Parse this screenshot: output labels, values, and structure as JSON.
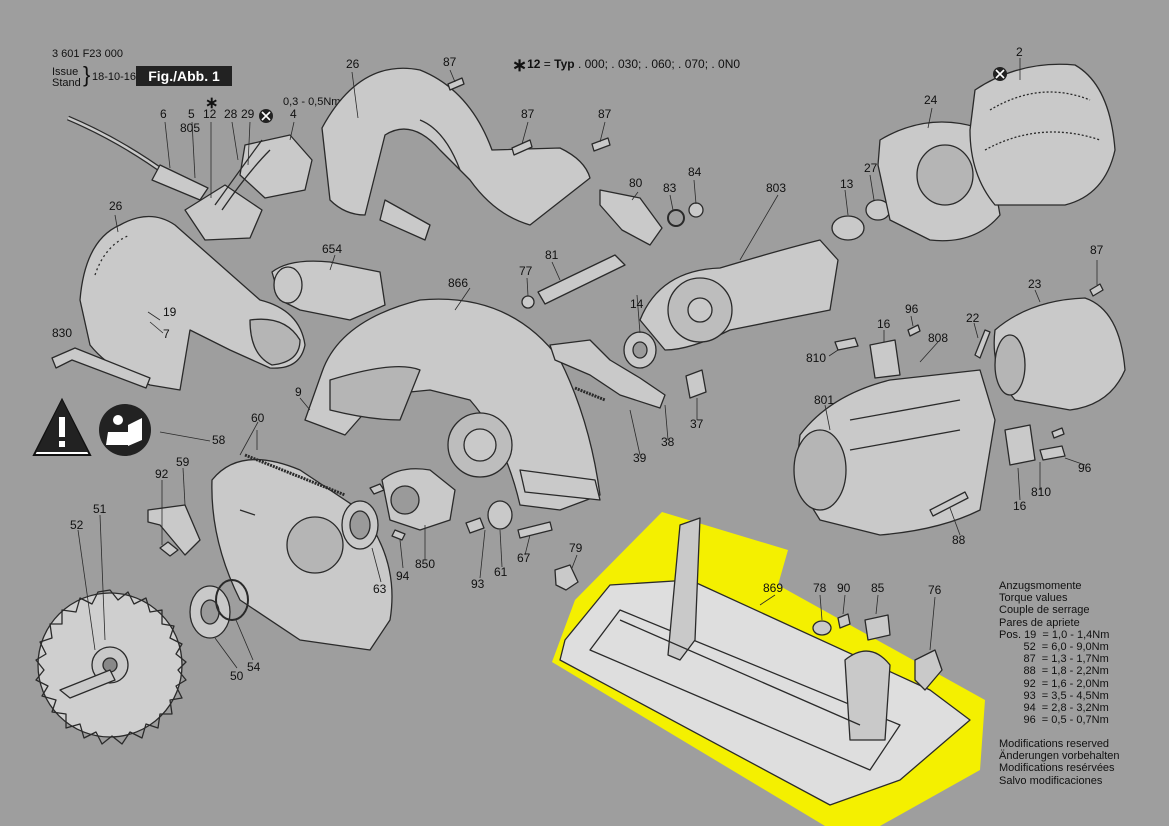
{
  "header": {
    "part_number": "3 601 F23 000",
    "issue_label": "Issue",
    "stand_label": "Stand",
    "date": "18-10-16",
    "fig_label": "Fig./Abb. 1"
  },
  "type_note": {
    "ref": "12",
    "equals": "=",
    "typ_label": "Typ",
    "variants": ". 000; . 030; . 060; . 070; . 0N0"
  },
  "torque_note": "0,3 - 0,5Nm",
  "torque_table": {
    "headings": [
      "Anzugsmomente",
      "Torque values",
      "Couple de serrage",
      "Pares de apriete"
    ],
    "rows": [
      "Pos. 19  = 1,0 - 1,4Nm",
      "        52  = 6,0 - 9,0Nm",
      "        87  = 1,3 - 1,7Nm",
      "        88  = 1,8 - 2,2Nm",
      "        92  = 1,6 - 2,0Nm",
      "        93  = 3,5 - 4,5Nm",
      "        94  = 2,8 - 3,2Nm",
      "        96  = 0,5 - 0,7Nm"
    ]
  },
  "modifications": [
    "Modifications reserved",
    "Änderungen vorbehalten",
    "Modifications resérvées",
    "Salvo modificaciones"
  ],
  "part_labels": [
    {
      "id": "p6",
      "text": "6"
    },
    {
      "id": "p5",
      "text": "5"
    },
    {
      "id": "p805",
      "text": "805"
    },
    {
      "id": "p12a",
      "text": "12"
    },
    {
      "id": "p28",
      "text": "28"
    },
    {
      "id": "p29",
      "text": "29"
    },
    {
      "id": "p4",
      "text": "4"
    },
    {
      "id": "p26a",
      "text": "26"
    },
    {
      "id": "p87a",
      "text": "87"
    },
    {
      "id": "p87b",
      "text": "87"
    },
    {
      "id": "p87c",
      "text": "87"
    },
    {
      "id": "p2",
      "text": "2"
    },
    {
      "id": "p24",
      "text": "24"
    },
    {
      "id": "p26b",
      "text": "26"
    },
    {
      "id": "p19",
      "text": "19"
    },
    {
      "id": "p7",
      "text": "7"
    },
    {
      "id": "p830",
      "text": "830"
    },
    {
      "id": "p654",
      "text": "654"
    },
    {
      "id": "p80",
      "text": "80"
    },
    {
      "id": "p83",
      "text": "83"
    },
    {
      "id": "p84",
      "text": "84"
    },
    {
      "id": "p803",
      "text": "803"
    },
    {
      "id": "p13",
      "text": "13"
    },
    {
      "id": "p27",
      "text": "27"
    },
    {
      "id": "p87d",
      "text": "87"
    },
    {
      "id": "p866",
      "text": "866"
    },
    {
      "id": "p77",
      "text": "77"
    },
    {
      "id": "p81",
      "text": "81"
    },
    {
      "id": "p14",
      "text": "14"
    },
    {
      "id": "p23",
      "text": "23"
    },
    {
      "id": "p96a",
      "text": "96"
    },
    {
      "id": "p16a",
      "text": "16"
    },
    {
      "id": "p22",
      "text": "22"
    },
    {
      "id": "p810a",
      "text": "810"
    },
    {
      "id": "p808",
      "text": "808"
    },
    {
      "id": "p9",
      "text": "9"
    },
    {
      "id": "p38",
      "text": "38"
    },
    {
      "id": "p37",
      "text": "37"
    },
    {
      "id": "p801",
      "text": "801"
    },
    {
      "id": "p60",
      "text": "60"
    },
    {
      "id": "p58",
      "text": "58"
    },
    {
      "id": "p39",
      "text": "39"
    },
    {
      "id": "p96b",
      "text": "96"
    },
    {
      "id": "p810b",
      "text": "810"
    },
    {
      "id": "p16b",
      "text": "16"
    },
    {
      "id": "p92",
      "text": "92"
    },
    {
      "id": "p59",
      "text": "59"
    },
    {
      "id": "p52",
      "text": "52"
    },
    {
      "id": "p51",
      "text": "51"
    },
    {
      "id": "p88",
      "text": "88"
    },
    {
      "id": "p79",
      "text": "79"
    },
    {
      "id": "p93",
      "text": "93"
    },
    {
      "id": "p61",
      "text": "61"
    },
    {
      "id": "p67",
      "text": "67"
    },
    {
      "id": "p850",
      "text": "850"
    },
    {
      "id": "p63",
      "text": "63"
    },
    {
      "id": "p94",
      "text": "94"
    },
    {
      "id": "p869",
      "text": "869"
    },
    {
      "id": "p78",
      "text": "78"
    },
    {
      "id": "p90",
      "text": "90"
    },
    {
      "id": "p85",
      "text": "85"
    },
    {
      "id": "p76",
      "text": "76"
    },
    {
      "id": "p50",
      "text": "50"
    },
    {
      "id": "p54",
      "text": "54"
    }
  ],
  "colors": {
    "background": "#9e9e9e",
    "highlight": "#f4f000",
    "line": "#2a2a2a",
    "part_fill": "#c9c9c9",
    "part_shade": "#7d7d7d"
  },
  "icons": [
    "warning-triangle-icon",
    "read-manual-icon",
    "x-circle-icon"
  ]
}
